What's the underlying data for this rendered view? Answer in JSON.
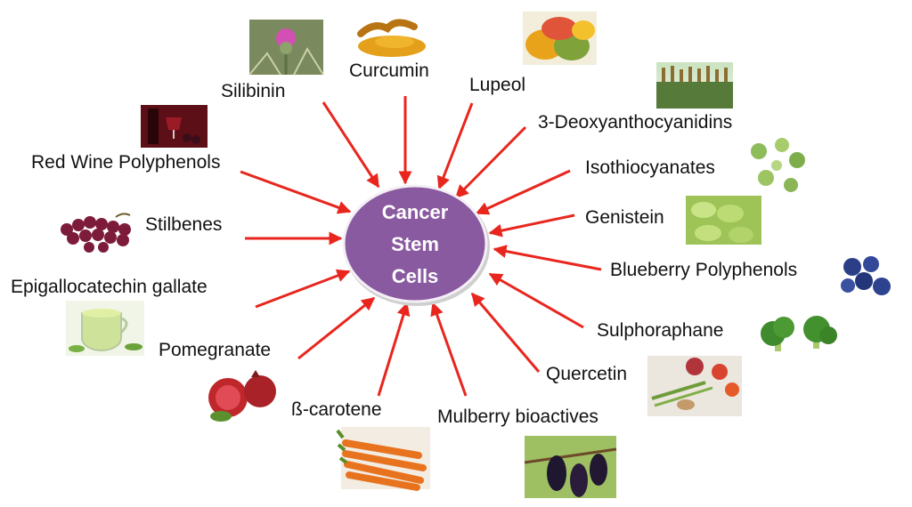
{
  "center": {
    "lines": [
      "Cancer",
      "Stem",
      "Cells"
    ],
    "fill": "#8a5aa0",
    "text_color": "#ffffff"
  },
  "arrow_color": "#e8261e",
  "compounds": [
    {
      "label": "Silibinin",
      "image": "milk-thistle-flower-icon"
    },
    {
      "label": "Curcumin",
      "image": "turmeric-powder-icon"
    },
    {
      "label": "Lupeol",
      "image": "mango-fruit-icon"
    },
    {
      "label": "3-Deoxyanthocyanidins",
      "image": "sorghum-field-icon"
    },
    {
      "label": "Isothiocyanates",
      "image": "broccoli-florets-icon"
    },
    {
      "label": "Genistein",
      "image": "soybeans-icon"
    },
    {
      "label": "Blueberry Polyphenols",
      "image": "blueberries-icon"
    },
    {
      "label": "Sulphoraphane",
      "image": "broccoli-icon"
    },
    {
      "label": "Quercetin",
      "image": "vegetables-assortment-icon"
    },
    {
      "label": "Mulberry bioactives",
      "image": "mulberry-fruit-icon"
    },
    {
      "label": "ß-carotene",
      "image": "carrots-icon"
    },
    {
      "label": "Pomegranate",
      "image": "pomegranate-icon"
    },
    {
      "label": "Epigallocatechin gallate",
      "image": "green-tea-cup-icon"
    },
    {
      "label": "Stilbenes",
      "image": "red-grapes-icon"
    },
    {
      "label": "Red Wine Polyphenols",
      "image": "red-wine-icon"
    }
  ]
}
